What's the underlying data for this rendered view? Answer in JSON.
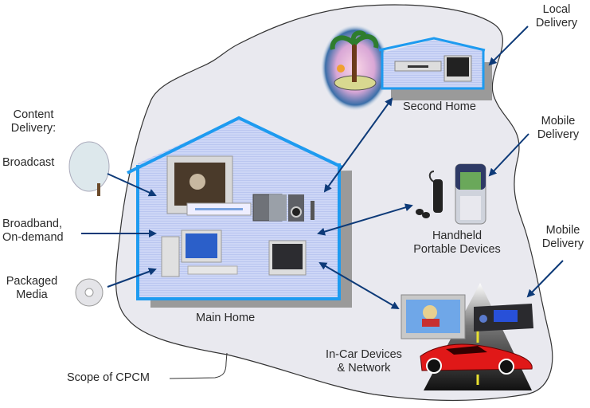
{
  "diagram": {
    "scope_label": "Scope of CPCM",
    "content_delivery": {
      "heading": [
        "Content",
        "Delivery:"
      ],
      "sources": [
        {
          "label": [
            "Broadcast"
          ],
          "icon": "satellite-dish-icon"
        },
        {
          "label": [
            "Broadband,",
            "On-demand"
          ],
          "icon": "arrow-icon"
        },
        {
          "label": [
            "Packaged",
            "Media"
          ],
          "icon": "cd-disc-icon"
        }
      ]
    },
    "main_home": {
      "label": "Main Home",
      "devices": [
        "flat-panel-tv",
        "dvd-player",
        "hifi-stereo",
        "desktop-computer",
        "crt-monitor"
      ]
    },
    "second_home": {
      "label": "Second Home",
      "devices": [
        "vcr",
        "tv"
      ]
    },
    "handheld": {
      "label": [
        "Handheld",
        "Portable Devices"
      ],
      "devices": [
        "mp3-player",
        "mobile-phone"
      ]
    },
    "in_car": {
      "label": [
        "In-Car Devices",
        "& Network"
      ],
      "devices": [
        "car-screen",
        "car-stereo",
        "sports-car"
      ]
    },
    "external_labels": {
      "local_delivery": [
        "Local",
        "Delivery"
      ],
      "mobile_delivery_1": [
        "Mobile",
        "Delivery"
      ],
      "mobile_delivery_2": [
        "Mobile",
        "Delivery"
      ]
    },
    "colors": {
      "house_outline": "#1e9bf0",
      "house_fill": "#c9d3f5",
      "arrow": "#0d3a78",
      "scope_fill": "#e9e9ef",
      "scope_stroke": "#333333",
      "text": "#2a2a2a"
    }
  }
}
